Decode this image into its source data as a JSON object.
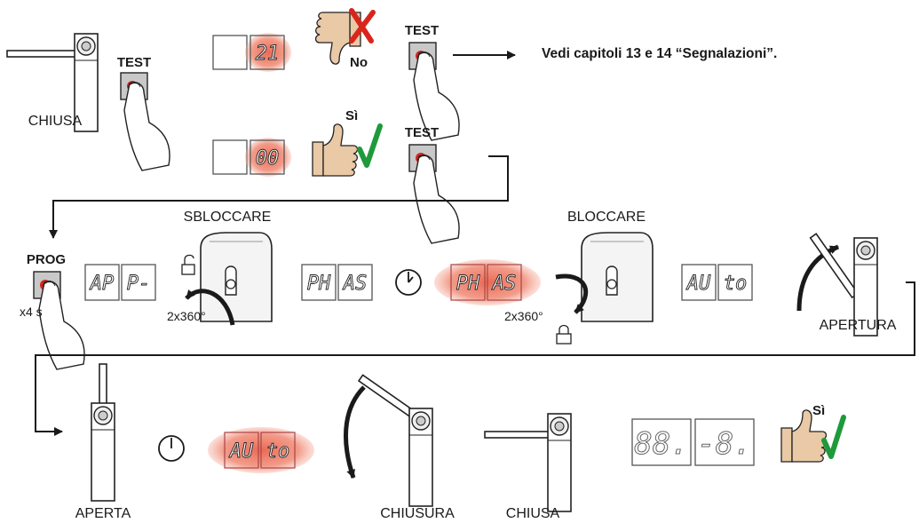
{
  "labels": {
    "chiusa_1": "CHIUSA",
    "test_1": "TEST",
    "test_2": "TEST",
    "test_3": "TEST",
    "no": "No",
    "si_1": "Sì",
    "si_2": "Sì",
    "note": "Vedi capitoli 13 e 14 “Segnalazioni”.",
    "prog": "PROG",
    "x4s": "x4 s",
    "sbloccare": "SBLOCCARE",
    "bloccare": "BLOCCARE",
    "deg_1": "2x360°",
    "deg_2": "2x360°",
    "apertura": "APERTURA",
    "aperta": "APERTA",
    "chiusura": "CHIUSURA",
    "chiusa_2": "CHIUSA"
  },
  "displays": {
    "d21": [
      "",
      "21"
    ],
    "d00": [
      "",
      "00"
    ],
    "ap": [
      "AP",
      "P-"
    ],
    "phas": [
      "PH",
      "AS"
    ],
    "phas_blink": [
      "PH",
      "AS"
    ],
    "auto": [
      "AU",
      "to"
    ],
    "auto_blink": [
      "AU",
      "to"
    ],
    "final": [
      "88.",
      "-8."
    ]
  },
  "colors": {
    "led_red": "#d8261c",
    "ok_green": "#1e9a3a",
    "blink_glow": "#e8624d",
    "arrow": "#1a1a1a"
  },
  "icons": [
    "barrier",
    "test-button",
    "thumb-down-icon",
    "thumb-up-icon",
    "red-x-icon",
    "green-check-icon",
    "clock-icon",
    "padlock-open-icon",
    "padlock-closed-icon",
    "unlock-cover",
    "rotate-arrow-icon"
  ]
}
